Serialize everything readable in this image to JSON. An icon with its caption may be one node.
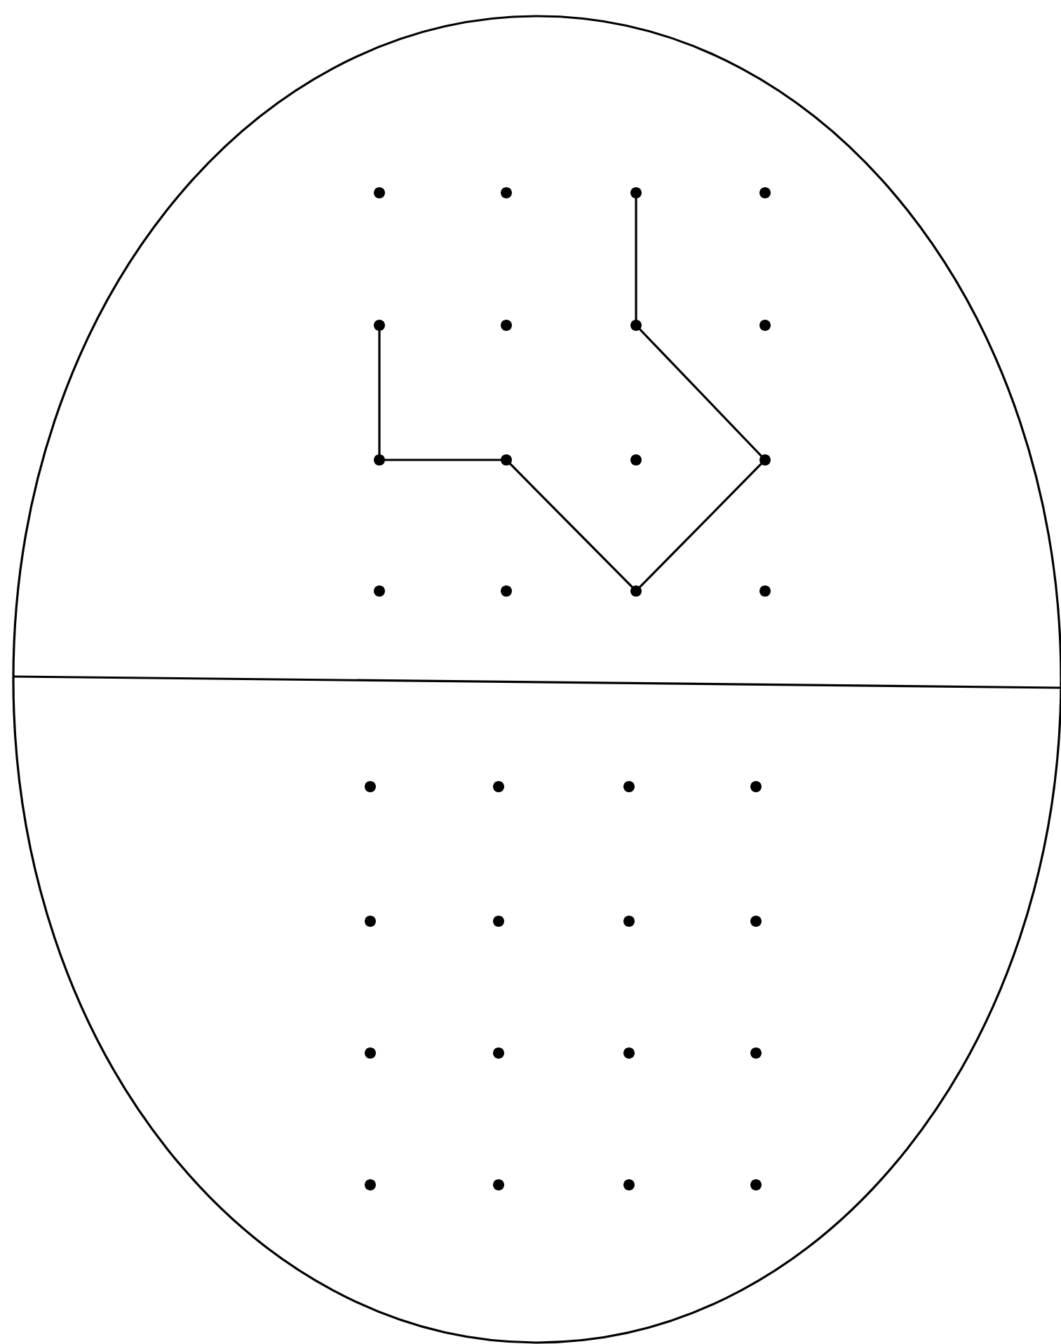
{
  "diagram": {
    "nodes": [
      {
        "text": [],
        "shape": "circle"
      },
      {
        "text": [],
        "shape": "circle"
      },
      {
        "text": [],
        "shape": "circle"
      },
      {
        "text": [],
        "shape": "circle"
      },
      {
        "text": [],
        "shape": "circle"
      },
      {
        "text": [],
        "shape": "circle"
      },
      {
        "text": [],
        "shape": "circle"
      },
      {
        "text": [],
        "shape": "circle"
      },
      {
        "text": [],
        "shape": "circle"
      },
      {
        "text": [],
        "shape": "circle"
      },
      {
        "text": [],
        "shape": "circle"
      },
      {
        "text": [],
        "shape": "circle"
      },
      {
        "text": [],
        "shape": "circle"
      },
      {
        "text": [],
        "shape": "circle"
      },
      {
        "text": [],
        "shape": "circle"
      },
      {
        "text": [],
        "shape": "circle"
      },
      {
        "text": [],
        "shape": "circle"
      },
      {
        "text": [],
        "shape": "circle"
      },
      {
        "text": [],
        "shape": "circle"
      },
      {
        "text": [],
        "shape": "circle"
      },
      {
        "text": [],
        "shape": "circle"
      },
      {
        "text": [],
        "shape": "circle"
      },
      {
        "text": [],
        "shape": "circle"
      },
      {
        "text": [],
        "shape": "circle"
      },
      {
        "text": [],
        "shape": "circle"
      },
      {
        "text": [],
        "shape": "circle"
      },
      {
        "text": [],
        "shape": "circle"
      },
      {
        "text": [],
        "shape": "circle"
      },
      {
        "text": [],
        "shape": "circle"
      },
      {
        "text": [],
        "shape": "circle"
      },
      {
        "text": [],
        "shape": "circle"
      },
      {
        "text": [],
        "shape": "circle"
      }
    ],
    "edges": [
      {
        "from": 2,
        "to": 6,
        "arrow": "none"
      },
      {
        "from": 6,
        "to": 11,
        "arrow": "none"
      },
      {
        "from": 11,
        "to": 14,
        "arrow": "none"
      },
      {
        "from": 14,
        "to": 9,
        "arrow": "none"
      },
      {
        "from": 9,
        "to": 8,
        "arrow": "none"
      },
      {
        "from": 8,
        "to": 4,
        "arrow": "none"
      }
    ]
  }
}
